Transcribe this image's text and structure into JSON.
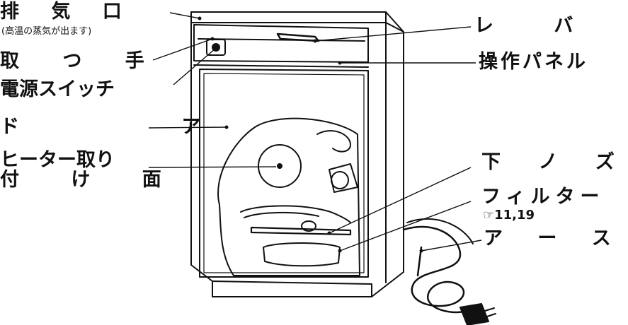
{
  "labels": {
    "exhaust": "排 気 口",
    "exhaust_note": "(高温の蒸気が出ます)",
    "handle": "取 つ 手",
    "power_switch": "電源スイッチ",
    "door": "ド ア",
    "heater_line1": "ヒーター取り",
    "heater_line2": "付 け 面",
    "lever": "レ バ ー",
    "control_panel": "操作パネル",
    "lower_nozzle": "下 ノ ズ ル",
    "filter": "フィルター",
    "filter_ref": "☞11,19",
    "ground_wire": "ア ー ス 線"
  },
  "colors": {
    "ink": "#111111",
    "background": "#ffffff"
  }
}
